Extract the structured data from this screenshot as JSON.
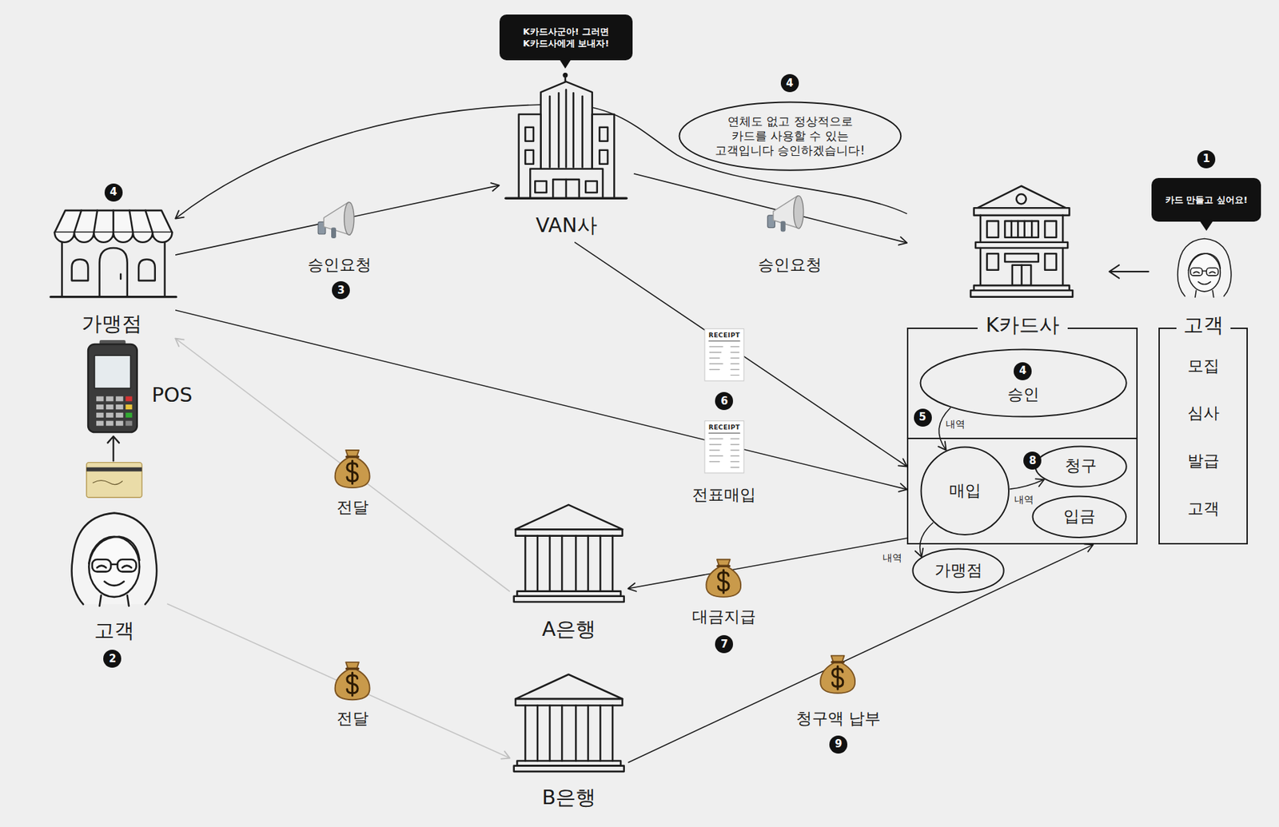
{
  "diagram": {
    "nodes": [
      {
        "text": [
          "K카드사군아! 그러면 K카드사에게 보내자!"
        ]
      },
      {
        "text": [
          "VAN사"
        ]
      },
      {
        "text": [
          "연체도 없고 정상적으로 카드를 사용할 수 있는 고객입니다 승인하겠습니다!"
        ]
      },
      {
        "text": [
          "가맹점"
        ]
      },
      {
        "text": [
          "K카드사"
        ]
      },
      {
        "text": [
          "승인"
        ],
        "in": 4
      },
      {
        "text": [
          "매입"
        ],
        "in": 4
      },
      {
        "text": [
          "청구"
        ],
        "in": 4
      },
      {
        "text": [
          "입금"
        ],
        "in": 4
      },
      {
        "text": [
          "가맹점"
        ]
      },
      {
        "text": [
          "고객",
          "모집",
          "심사",
          "발급",
          "고객"
        ]
      },
      {
        "text": [
          "카드 만들고 싶어요!"
        ]
      },
      {
        "text": [
          "고객"
        ]
      },
      {
        "text": [
          "A은행"
        ]
      },
      {
        "text": [
          "B은행"
        ]
      }
    ],
    "edges": [
      {
        "from": 3,
        "to": 1,
        "label": "승인요청",
        "arrow": "to"
      },
      {
        "from": 1,
        "to": 4,
        "label": "승인요청",
        "arrow": "to"
      },
      {
        "from": 4,
        "to": 3,
        "arrow": "to"
      },
      {
        "from": 1,
        "to": 4,
        "arrow": "to"
      },
      {
        "from": 3,
        "to": 4,
        "label": "전표매입",
        "arrow": "to"
      },
      {
        "from": 5,
        "to": 6,
        "label": "내역",
        "arrow": "to"
      },
      {
        "from": 6,
        "to": 7,
        "label": "내역",
        "arrow": "to"
      },
      {
        "from": 6,
        "to": 9,
        "label": "내역",
        "arrow": "to"
      },
      {
        "from": 4,
        "to": 13,
        "label": "대금지급",
        "arrow": "to"
      },
      {
        "from": 13,
        "to": 3,
        "label": "전달",
        "arrow": "to"
      },
      {
        "from": 12,
        "to": 14,
        "label": "전달",
        "arrow": "to"
      },
      {
        "from": 14,
        "to": 4,
        "label": "청구액 납부",
        "arrow": "to"
      }
    ],
    "labels": [
      "4",
      "1",
      "4",
      "3",
      "POS",
      "RECEIPT",
      "6",
      "4",
      "5",
      "RECEIPT",
      "8",
      "7",
      "2",
      "9"
    ]
  }
}
